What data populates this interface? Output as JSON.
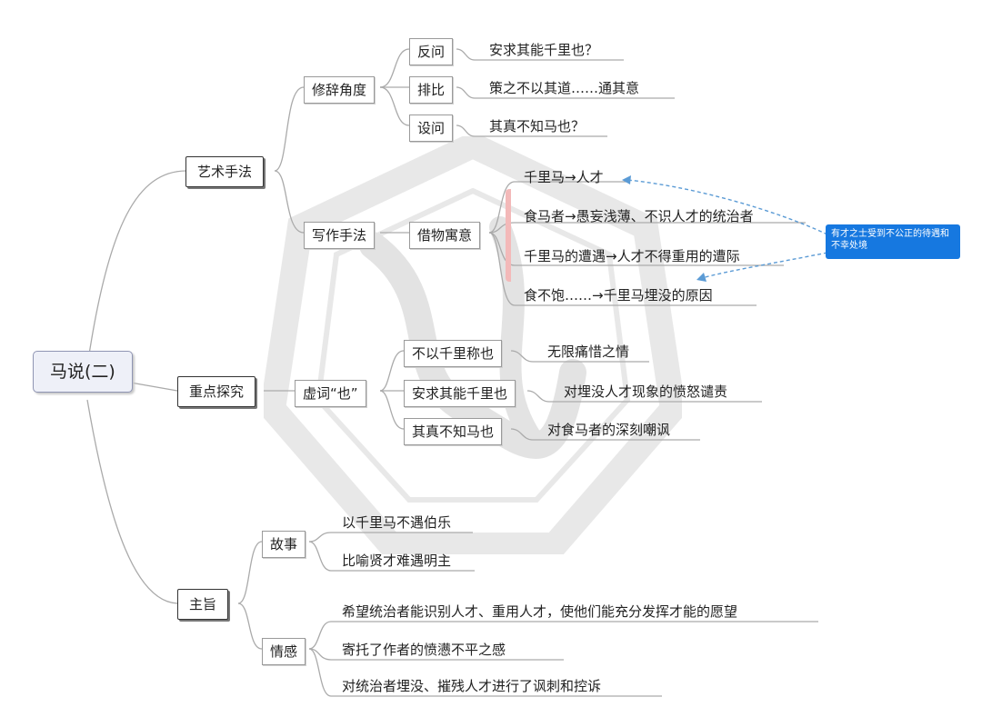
{
  "root": {
    "label": "马说(二)"
  },
  "branches": {
    "art": {
      "label": "艺术手法",
      "rhetoric": {
        "label": "修辞角度",
        "items": [
          {
            "label": "反问",
            "text": "安求其能千里也？"
          },
          {
            "label": "排比",
            "text": "策之不以其道……通其意"
          },
          {
            "label": "设问",
            "text": "其真不知马也？"
          }
        ]
      },
      "writing": {
        "label": "写作手法",
        "method": {
          "label": "借物寓意"
        },
        "items": [
          "千里马→人才",
          "食马者→愚妄浅薄、不识人才的统治者",
          "千里马的遭遇→人才不得重用的遭际",
          "食不饱……→千里马埋没的原因"
        ],
        "callout": "有才之士受到不公正的待遇和不幸处境"
      }
    },
    "focus": {
      "label": "重点探究",
      "particle": {
        "label": "虚词“也”"
      },
      "items": [
        {
          "label": "不以千里称也",
          "text": "无限痛惜之情"
        },
        {
          "label": "安求其能千里也",
          "text": "对埋没人才现象的愤怒谴责"
        },
        {
          "label": "其真不知马也",
          "text": "对食马者的深刻嘲讽"
        }
      ]
    },
    "theme": {
      "label": "主旨",
      "story": {
        "label": "故事",
        "items": [
          "以千里马不遇伯乐",
          "比喻贤才难遇明主"
        ]
      },
      "emotion": {
        "label": "情感",
        "items": [
          "希望统治者能识别人才、重用人才，使他们能充分发挥才能的愿望",
          "寄托了作者的愤懑不平之感",
          "对统治者埋没、摧残人才进行了讽刺和控诉"
        ]
      }
    }
  },
  "colors": {
    "line": "#aaaaaa",
    "callout": "#1678e0",
    "arrow": "#5b9bd5",
    "root_fill": "#eef0f8"
  }
}
